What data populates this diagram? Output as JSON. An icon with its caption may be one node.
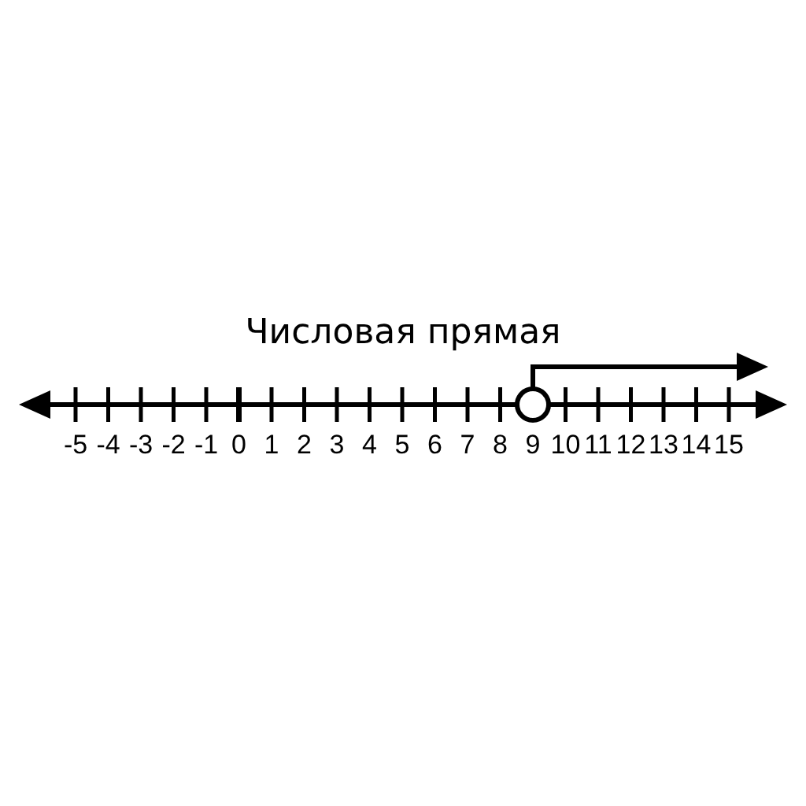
{
  "diagram": {
    "title": "Числовая прямая",
    "labels": [
      "-5",
      "-4",
      "-3",
      "-2",
      "-1",
      "0",
      "1",
      "2",
      "3",
      "4",
      "5",
      "6",
      "7",
      "8",
      "9",
      "10",
      "11",
      "12",
      "13",
      "14",
      "15"
    ]
  }
}
